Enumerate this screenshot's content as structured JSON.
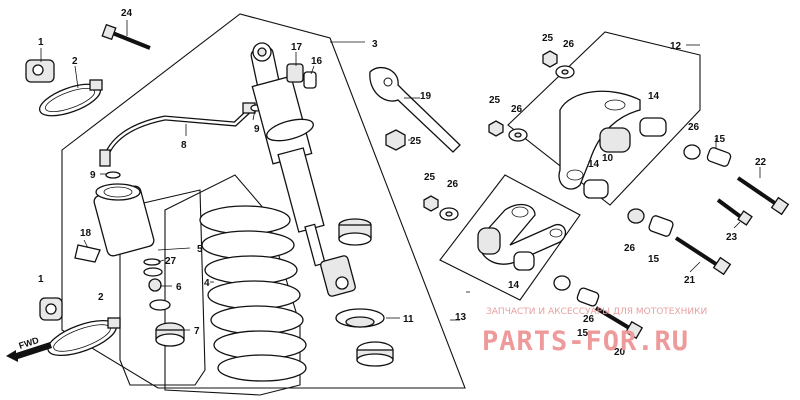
{
  "callouts": {
    "c1a": "1",
    "c1b": "1",
    "c2a": "2",
    "c2b": "2",
    "c3": "3",
    "c4": "4",
    "c5": "5",
    "c6": "6",
    "c7": "7",
    "c8": "8",
    "c9a": "9",
    "c9b": "9",
    "c10": "10",
    "c11": "11",
    "c12": "12",
    "c13": "13",
    "c14a": "14",
    "c14b": "14",
    "c14c": "14",
    "c15a": "15",
    "c15b": "15",
    "c15c": "15",
    "c16": "16",
    "c17": "17",
    "c18": "18",
    "c19": "19",
    "c20": "20",
    "c21": "21",
    "c22": "22",
    "c23": "23",
    "c24": "24",
    "c25a": "25",
    "c25b": "25",
    "c25c": "25",
    "c25d": "25",
    "c26a": "26",
    "c26b": "26",
    "c26c": "26",
    "c26d": "26",
    "c26e": "26",
    "c26f": "26",
    "c27": "27"
  },
  "fwd_label": "FWD",
  "watermark": {
    "caption": "ЗАПЧАСТИ И АКСЕССУАРЫ ДЛЯ МОТОТЕХНИКИ",
    "brand": "PARTS-FOR.RU"
  }
}
